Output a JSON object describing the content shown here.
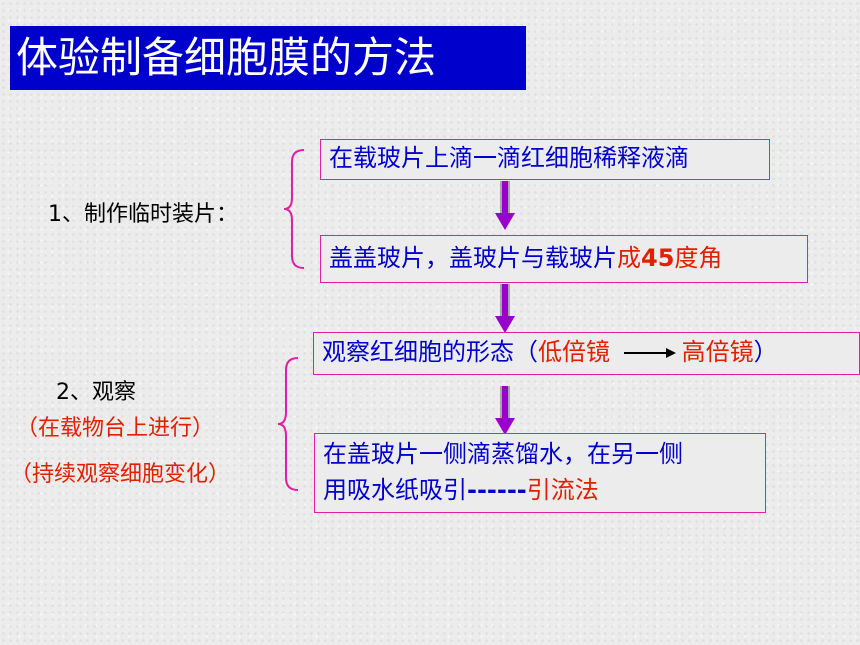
{
  "title": "体验制备细胞膜的方法",
  "step1": {
    "label": "1、制作临时装片：",
    "box1": "在载玻片上滴一滴红细胞稀释液滴",
    "box2": {
      "text_a": "盖盖玻片，盖玻片与载玻片",
      "text_b": "成",
      "text_c": "45",
      "text_d": "度角"
    }
  },
  "step2": {
    "label": "2、观察",
    "note1": "（在载物台上进行）",
    "note2": "（持续观察细胞变化）",
    "box3": {
      "text_a": "观察红细胞的形态（",
      "text_b": "低倍镜",
      "text_c": "高倍镜",
      "text_d": "）"
    },
    "box4": {
      "line1": "在盖玻片一侧滴蒸馏水，在另一侧",
      "line2_a": "用吸水纸吸引",
      "line2_b": "------",
      "line2_c": "引流法"
    }
  },
  "colors": {
    "title_bg": "#0000cc",
    "box_border": "#e020a0",
    "text_blue": "#0000cc",
    "text_red": "#e02000",
    "arrow_purple": "#9900cc"
  }
}
